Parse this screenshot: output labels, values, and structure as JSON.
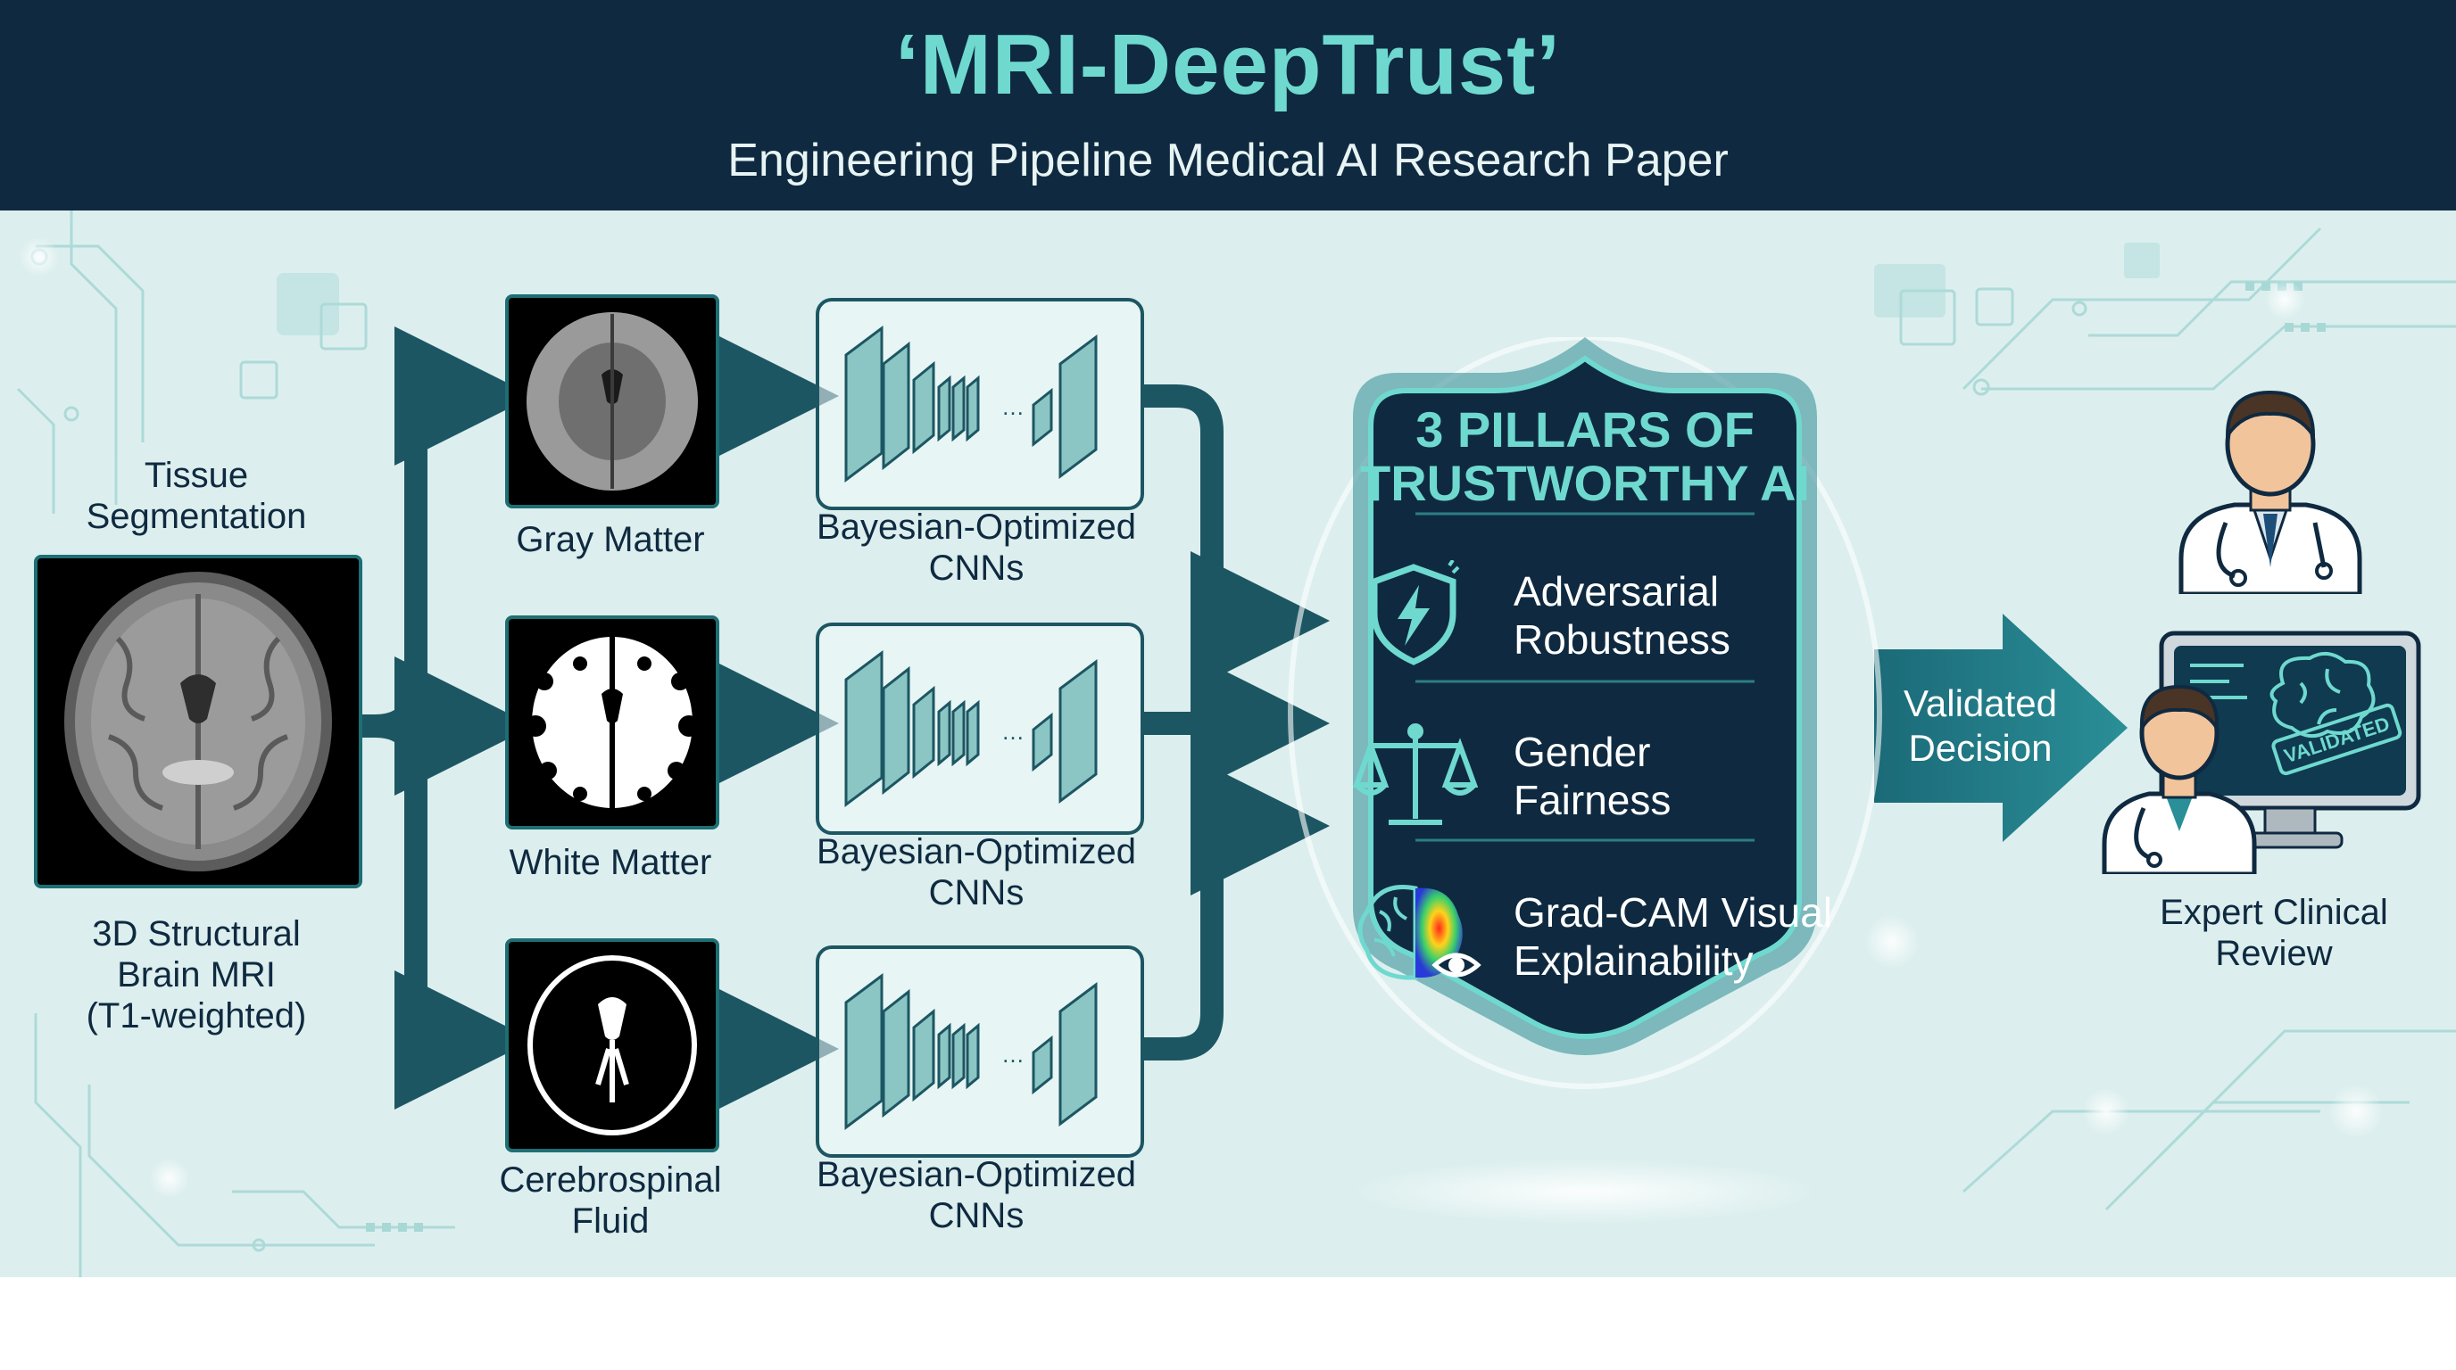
{
  "header": {
    "title": "‘MRI-DeepTrust’",
    "subtitle": "Engineering Pipeline Medical AI Research Paper"
  },
  "input": {
    "top_label": "Tissue\nSegmentation",
    "bottom_label": "3D Structural\nBrain MRI\n(T1-weighted)"
  },
  "tissues": [
    {
      "label": "Gray Matter"
    },
    {
      "label": "White Matter"
    },
    {
      "label": "Cerebrospinal\nFluid"
    }
  ],
  "cnns": [
    {
      "label": "Bayesian-Optimized\nCNNs"
    },
    {
      "label": "Bayesian-Optimized\nCNNs"
    },
    {
      "label": "Bayesian-Optimized\nCNNs"
    }
  ],
  "pillars": {
    "title": "3 PILLARS OF\nTRUSTWORTHY AI",
    "items": [
      {
        "label": "Adversarial\nRobustness",
        "icon": "lightning-shield-icon"
      },
      {
        "label": "Gender\nFairness",
        "icon": "balance-scale-icon"
      },
      {
        "label": "Grad-CAM Visual\nExplainability",
        "icon": "brain-heatmap-eye-icon"
      }
    ]
  },
  "decision": {
    "label": "Validated\nDecision"
  },
  "review": {
    "label": "Expert Clinical\nReview",
    "stamp": "VALIDATED"
  },
  "colors": {
    "header_bg": "#0f2a40",
    "title": "#6fd9cf",
    "canvas_bg": "#dcefee",
    "arrow": "#1d5663",
    "shield": "#0f2a40",
    "teal": "#6fd9cf"
  }
}
